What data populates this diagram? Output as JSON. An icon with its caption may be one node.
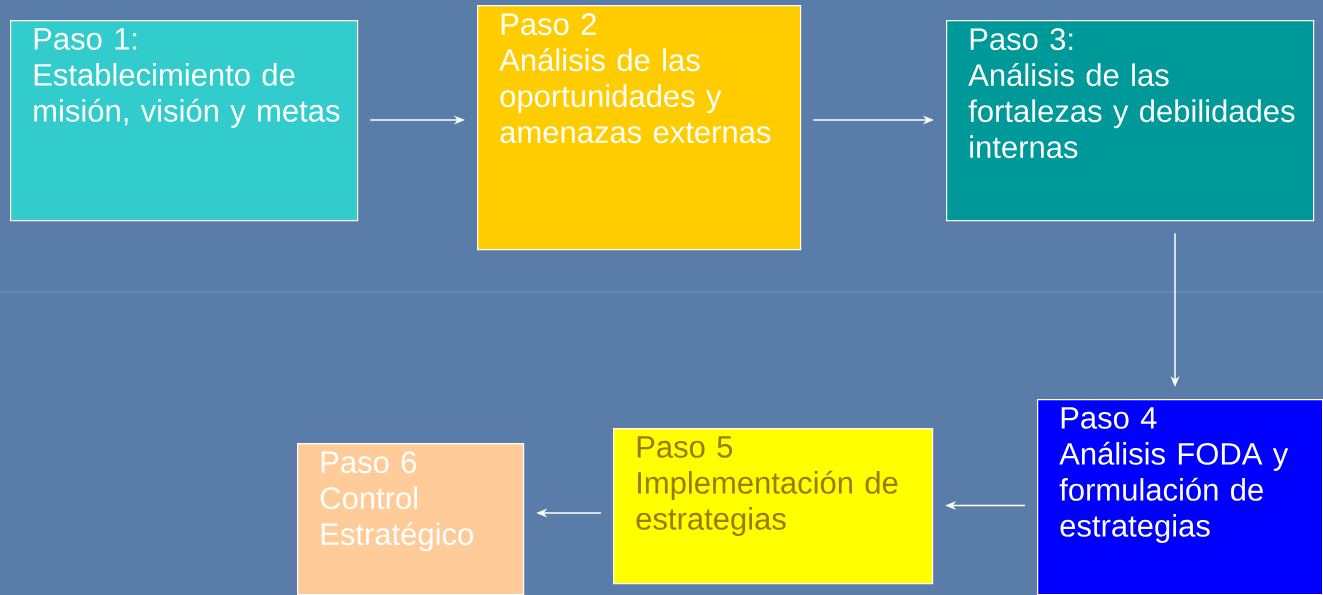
{
  "diagram": {
    "nodes": [
      {
        "text": [
          "Paso 1:",
          "Establecimiento de misión, visión y metas"
        ]
      },
      {
        "text": [
          "Paso 2",
          "Análisis de las oportunidades y amenazas externas"
        ]
      },
      {
        "text": [
          "Paso 3:",
          "Análisis de las fortalezas y debilidades internas"
        ]
      },
      {
        "text": [
          "Paso 4",
          "Análisis FODA y formulación de estrategias"
        ]
      },
      {
        "text": [
          "Paso 5",
          "Implementación de estrategias"
        ]
      },
      {
        "text": [
          "Paso 6",
          "Control Estratégico"
        ]
      }
    ],
    "edges": [
      {
        "from": 0,
        "to": 1,
        "arrow": "to"
      },
      {
        "from": 1,
        "to": 2,
        "arrow": "to"
      },
      {
        "from": 2,
        "to": 3,
        "arrow": "to"
      },
      {
        "from": 3,
        "to": 4,
        "arrow": "to"
      },
      {
        "from": 4,
        "to": 5,
        "arrow": "to"
      }
    ]
  }
}
